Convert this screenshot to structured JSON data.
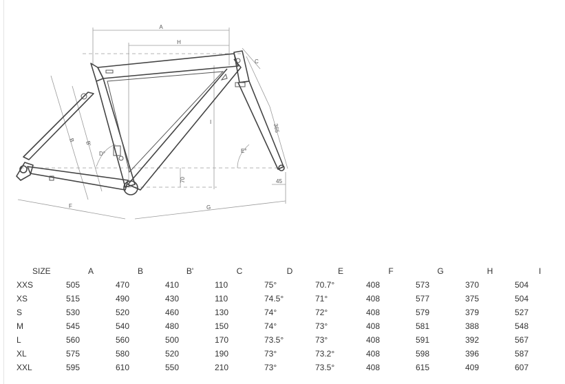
{
  "dimension_labels": {
    "A": "A",
    "H": "H",
    "C": "C",
    "len365": "365",
    "B": "B",
    "B_prime": "B'",
    "D": "D°",
    "E": "E°",
    "I": "I",
    "len70": "70",
    "len45": "45",
    "F": "F",
    "G": "G"
  },
  "table": {
    "headers": [
      "SIZE",
      "A",
      "B",
      "B'",
      "C",
      "D",
      "E",
      "F",
      "G",
      "H",
      "I"
    ],
    "rows": [
      [
        "XXS",
        "505",
        "470",
        "410",
        "110",
        "75°",
        "70.7°",
        "408",
        "573",
        "370",
        "504"
      ],
      [
        "XS",
        "515",
        "490",
        "430",
        "110",
        "74.5°",
        "71°",
        "408",
        "577",
        "375",
        "504"
      ],
      [
        "S",
        "530",
        "520",
        "460",
        "130",
        "74°",
        "72°",
        "408",
        "579",
        "379",
        "527"
      ],
      [
        "M",
        "545",
        "540",
        "480",
        "150",
        "74°",
        "73°",
        "408",
        "581",
        "388",
        "548"
      ],
      [
        "L",
        "560",
        "560",
        "500",
        "170",
        "73.5°",
        "73°",
        "408",
        "591",
        "392",
        "567"
      ],
      [
        "XL",
        "575",
        "580",
        "520",
        "190",
        "73°",
        "73.2°",
        "408",
        "598",
        "396",
        "587"
      ],
      [
        "XXL",
        "595",
        "610",
        "550",
        "210",
        "73°",
        "73.5°",
        "408",
        "615",
        "409",
        "607"
      ]
    ]
  }
}
